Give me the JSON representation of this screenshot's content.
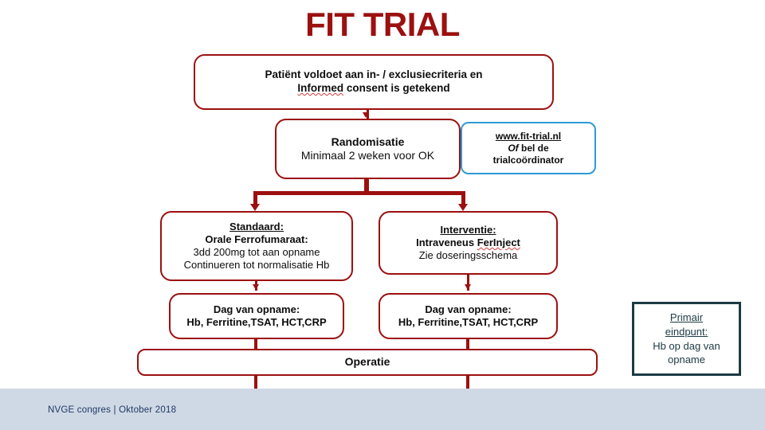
{
  "slide": {
    "title": "FIT TRIAL",
    "title_color": "#9C1010",
    "accent_red": "#9C1010",
    "accent_blue": "#2E9BD6",
    "accent_teal": "#1C3A44",
    "footer_bg": "#CFD9E5"
  },
  "flow": {
    "eligibility": {
      "line1": "Patiënt voldoet aan in- / exclusiecriteria en",
      "line2_word_misspelled": "Informed",
      "line2_rest": " consent is getekend"
    },
    "randomisatie": {
      "line1": "Randomisatie",
      "line2": "Minimaal 2 weken voor OK"
    },
    "contact": {
      "line1": "www.fit-trial.nl",
      "line2_italic": "Of",
      "line2_rest": " bel de",
      "line3": "trialcoördinator"
    },
    "standaard": {
      "line1": "Standaard:",
      "line2": "Orale Ferrofumaraat:",
      "line3": "3dd 200mg tot aan opname",
      "line4": "Continueren tot normalisatie Hb"
    },
    "interventie": {
      "line1": "Interventie:",
      "line2_prefix": "Intraveneus ",
      "line2_misspelled": "FerInject",
      "line3": "Zie doseringsschema"
    },
    "opname_left": {
      "line1": "Dag van opname:",
      "line2": "Hb, Ferritine,TSAT, HCT,CRP"
    },
    "opname_right": {
      "line1": "Dag van opname:",
      "line2": "Hb, Ferritine,TSAT, HCT,CRP"
    },
    "operatie": {
      "label": "Operatie"
    },
    "endpoint": {
      "line1": "Primair",
      "line2": "eindpunt:",
      "line3": "Hb op dag van",
      "line4": "opname"
    }
  },
  "footer": {
    "text": "NVGE congres | Oktober 2018"
  }
}
